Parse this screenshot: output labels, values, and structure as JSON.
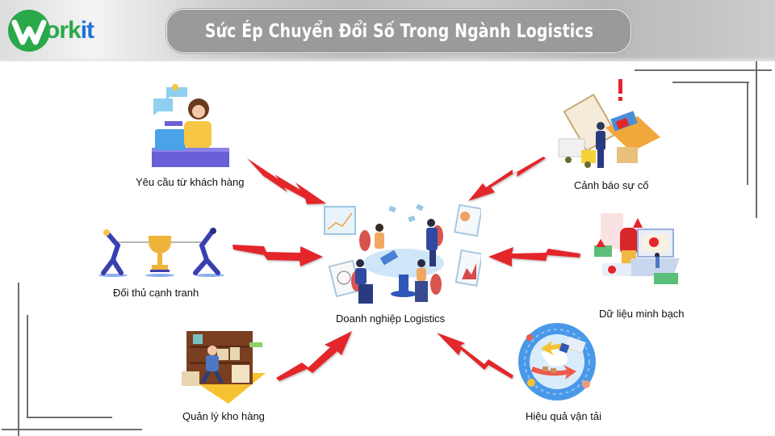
{
  "header": {
    "logo": {
      "text_prefix": "W",
      "text_green": "ork",
      "text_blue": "it",
      "brand_green": "#2aa84a",
      "brand_blue": "#1a73d9"
    },
    "title": "Sức Ép Chuyển Đổi Số Trong Ngành Logistics"
  },
  "diagram": {
    "center": {
      "label": "Doanh nghiệp Logistics",
      "illustration": "business-meeting-illustration"
    },
    "nodes": [
      {
        "id": "customer",
        "label": "Yêu cầu từ khách hàng",
        "illustration": "customer-request-illustration"
      },
      {
        "id": "competitor",
        "label": "Đối thủ cạnh tranh",
        "illustration": "tug-of-war-trophy-illustration"
      },
      {
        "id": "warehouse",
        "label": "Quản lý kho hàng",
        "illustration": "warehouse-worker-illustration"
      },
      {
        "id": "alert",
        "label": "Cảnh báo sự cố",
        "illustration": "shipping-alert-illustration"
      },
      {
        "id": "data",
        "label": "Dữ liệu minh bạch",
        "illustration": "data-transparency-illustration"
      },
      {
        "id": "transport",
        "label": "Hiệu quả vận tải",
        "illustration": "global-transport-illustration"
      }
    ],
    "arrow_color": "#e3262b",
    "arrow_direction": "inward-to-center"
  }
}
